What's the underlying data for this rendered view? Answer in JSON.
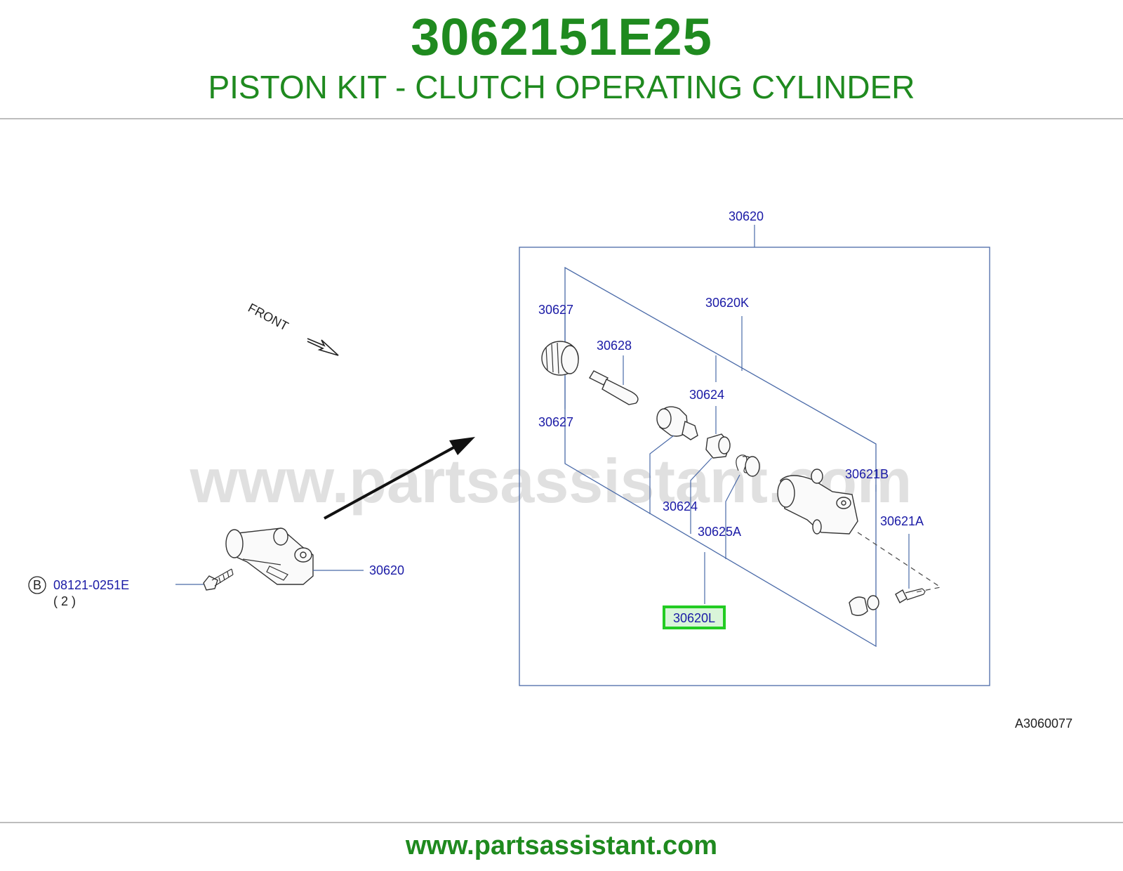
{
  "header": {
    "part_number": "3062151E25",
    "part_name": "PISTON KIT - CLUTCH OPERATING CYLINDER"
  },
  "footer": {
    "url": "www.partsassistant.com"
  },
  "watermark": "www.partsassistant.com",
  "diagram": {
    "front_label": "FRONT",
    "figure_code": "A3060077",
    "bolt_ref_letter": "B",
    "bolt_part": "08121-0251E",
    "bolt_qty": "( 2 )",
    "callouts": {
      "assembly_left": "30620",
      "assembly_top": "30620",
      "boot_upper": "30627",
      "boot_lower": "30627",
      "push_rod": "30628",
      "kit_k": "30620K",
      "piston_upper": "30624",
      "piston_lower": "30624",
      "spring": "30625A",
      "kit_l": "30620L",
      "body": "30621B",
      "bleeder": "30621A"
    },
    "highlighted_callout": "30620L",
    "colors": {
      "title_green": "#1f8a1f",
      "callout_blue": "#1a1aa6",
      "highlight_green": "#22cc22",
      "highlight_fill": "#d9f5d9"
    }
  }
}
